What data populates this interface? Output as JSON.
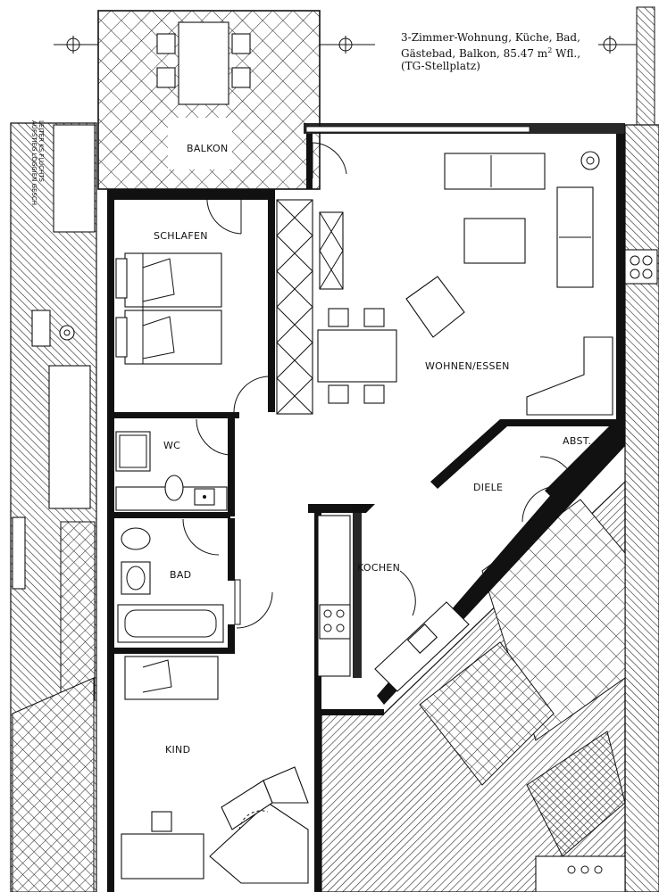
{
  "description": {
    "line1": "3-Zimmer-Wohnung, Küche, Bad,",
    "line2_pre": "Gästebad, Balkon, 85.47 m",
    "line2_sup": "2",
    "line2_post": " Wfl.,",
    "line3": "(TG-Stellplatz)"
  },
  "rooms": {
    "balkon": "BALKON",
    "schlafen": "SCHLAFEN",
    "wohnen": "WOHNEN/ESSEN",
    "abst": "ABST.",
    "wc": "WC",
    "diele": "DIELE",
    "bad": "BAD",
    "kochen": "KOCHEN",
    "kind": "KIND"
  },
  "neighbor_note_line1": "LEITER KS FLUCHTS",
  "neighbor_note_line2": "AUFSTIEG LOGGIEN GESCH."
}
